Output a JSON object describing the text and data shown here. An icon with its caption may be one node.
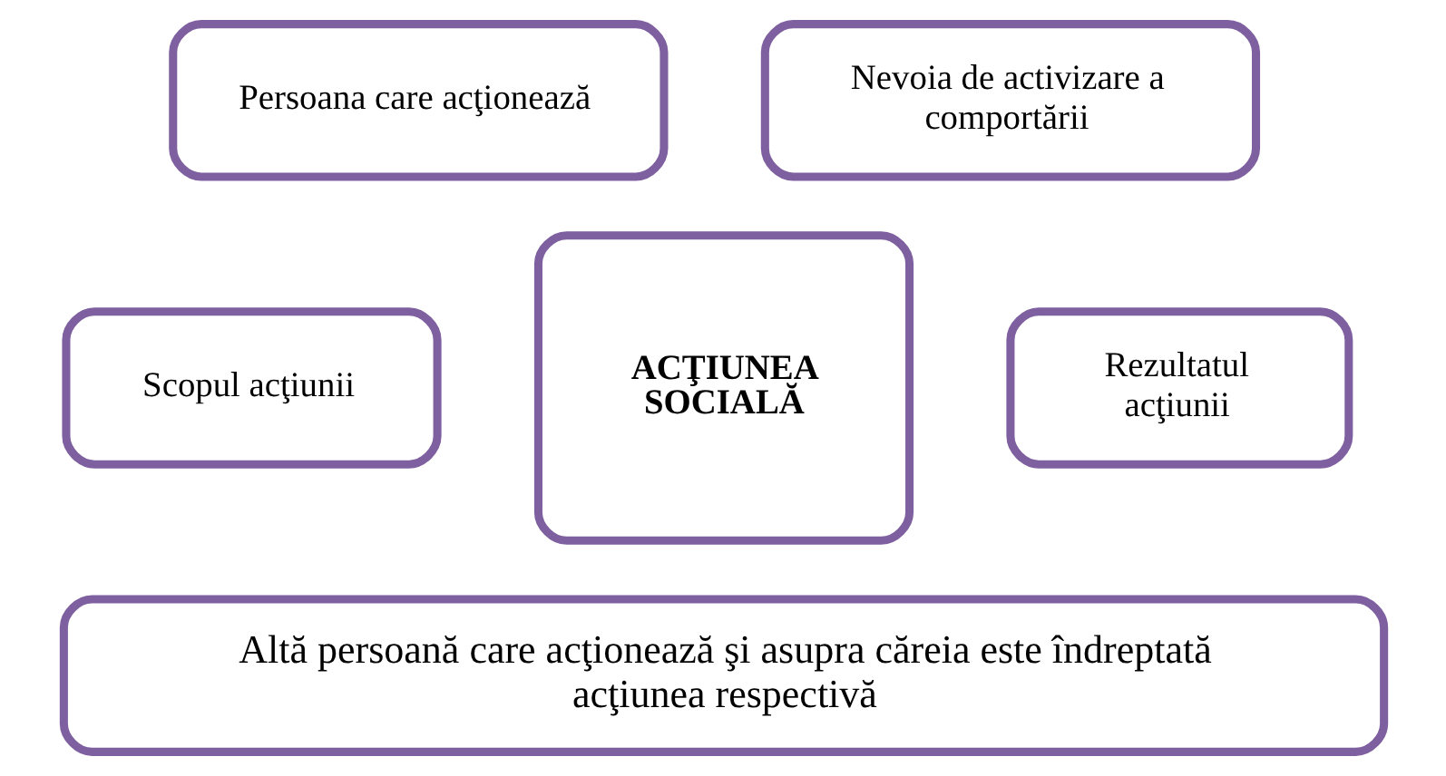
{
  "diagram": {
    "nodes": [
      {
        "text": [
          "Persoana care acţionează"
        ]
      },
      {
        "text": [
          "Nevoia de activizare a comportării"
        ]
      },
      {
        "text": [
          "Scopul acţiunii"
        ]
      },
      {
        "text": [
          "ACŢIUNEA SOCIALĂ"
        ]
      },
      {
        "text": [
          "Rezultatul acţiunii"
        ]
      },
      {
        "text": [
          "Altă persoană care acţionează şi asupra căreia este îndreptată acţiunea respectivă"
        ]
      }
    ]
  }
}
